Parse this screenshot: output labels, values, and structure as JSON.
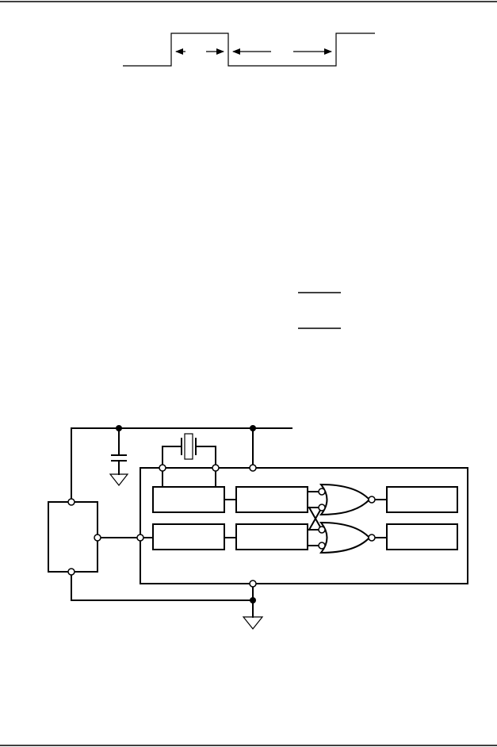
{
  "page": {
    "header_rule": true,
    "footer_rule": true
  },
  "timing_diagram": {
    "pulse_arrows": 2
  },
  "bars": {
    "count": 2
  },
  "circuit": {
    "upper_blocks": 3,
    "lower_blocks": 3,
    "gates": 2,
    "ground_symbols": 2,
    "capacitor": true,
    "crystal": true
  }
}
